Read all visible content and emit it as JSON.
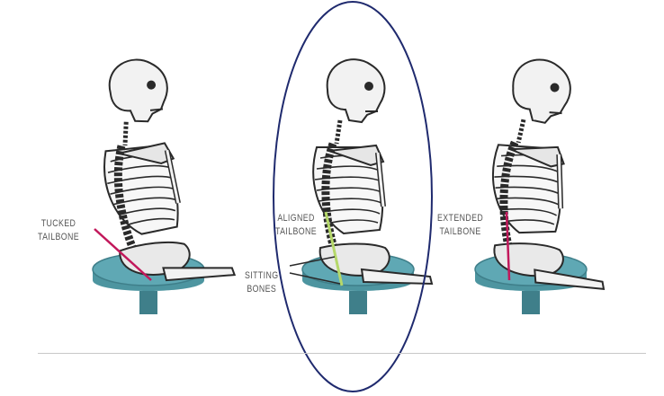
{
  "figures": [
    {
      "name": "tucked-tailbone",
      "label_lines": [
        "TUCKED",
        "TAILBONE"
      ]
    },
    {
      "name": "aligned-tailbone",
      "label_lines": [
        "ALIGNED",
        "TAILBONE"
      ],
      "secondary_label_lines": [
        "SITTING",
        "BONES"
      ],
      "highlighted": true
    },
    {
      "name": "extended-tailbone",
      "label_lines": [
        "EXTENDED",
        "TAILBONE"
      ]
    }
  ],
  "colors": {
    "stool": "#5fa8b4",
    "stool_dark": "#3f7f8a",
    "bone_outline": "#2a2a2a",
    "bone_fill": "#f2f2f2",
    "tailbone_line": "#c2185b",
    "sitting_bones": "#b5d86a",
    "highlight_ellipse": "#1f2a6e"
  }
}
